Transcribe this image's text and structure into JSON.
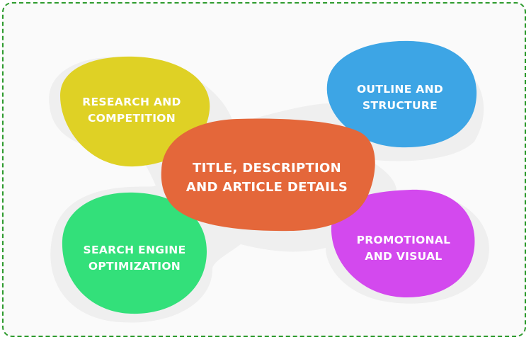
{
  "nodes": {
    "research": {
      "line1": "RESEARCH AND",
      "line2": "COMPETITION",
      "color": "#dfd125"
    },
    "outline": {
      "line1": "OUTLINE AND",
      "line2": "STRUCTURE",
      "color": "#3da5e5"
    },
    "center": {
      "line1": "TITLE, DESCRIPTION",
      "line2": "AND ARTICLE DETAILS",
      "color": "#e4673a"
    },
    "seo": {
      "line1": "SEARCH ENGINE",
      "line2": "OPTIMIZATION",
      "color": "#33e07a"
    },
    "promo": {
      "line1": "PROMOTIONAL",
      "line2": "AND VISUAL",
      "color": "#d349ee"
    }
  },
  "colors": {
    "border": "#2e9b2e",
    "halo": "#eeeeee"
  }
}
